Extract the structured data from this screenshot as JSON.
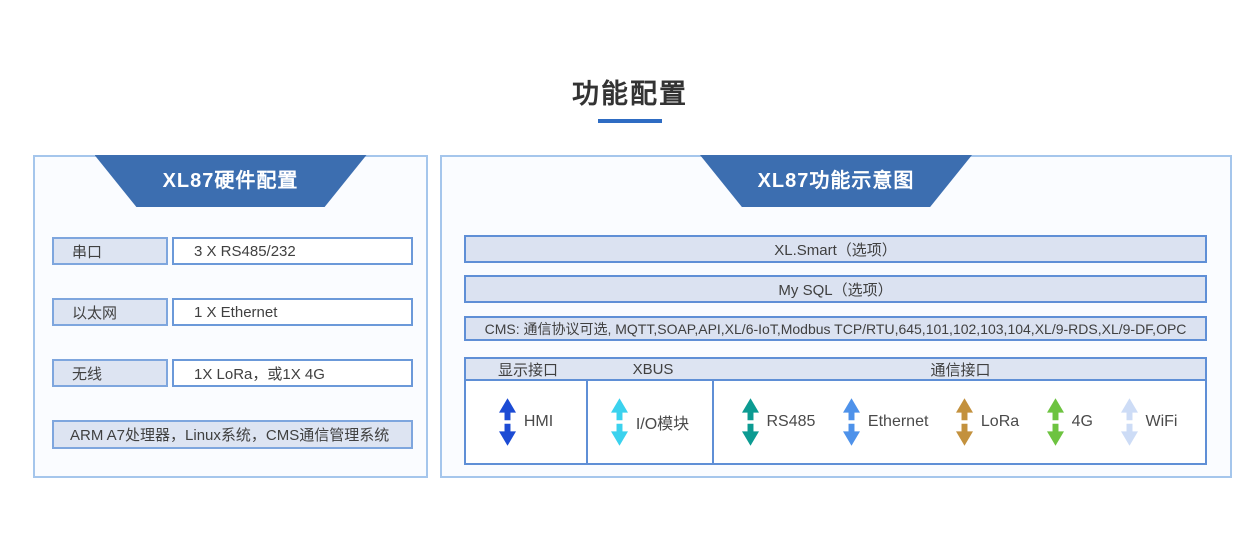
{
  "page": {
    "title": "功能配置"
  },
  "left_panel": {
    "header": "XL87硬件配置",
    "rows": [
      {
        "label": "串口",
        "value": "3 X RS485/232"
      },
      {
        "label": "以太网",
        "value": "1 X Ethernet"
      },
      {
        "label": "无线",
        "value": "1X LoRa，或1X 4G"
      }
    ],
    "footer": "ARM A7处理器，Linux系统，CMS通信管理系统"
  },
  "right_panel": {
    "header": "XL87功能示意图",
    "bars": [
      "XL.Smart（选项）",
      "My SQL（选项）",
      "CMS: 通信协议可选, MQTT,SOAP,API,XL/6-IoT,Modbus TCP/RTU,645,101,102,103,104,XL/9-RDS,XL/9-DF,OPC"
    ],
    "table": {
      "columns": [
        "显示接口",
        "XBUS",
        "通信接口"
      ],
      "cells": [
        {
          "column": "显示接口",
          "items": [
            {
              "label": "HMI"
            }
          ]
        },
        {
          "column": "XBUS",
          "items": [
            {
              "label": "I/O模块"
            }
          ]
        },
        {
          "column": "通信接口",
          "items": [
            {
              "label": "RS485"
            },
            {
              "label": "Ethernet"
            },
            {
              "label": "LoRa"
            },
            {
              "label": "4G"
            },
            {
              "label": "WiFi"
            }
          ]
        }
      ]
    }
  },
  "colors": {
    "title_underline": "#2e6cc3",
    "panel_header_fill": "#3c6eb0",
    "panel_border": "#a5c6ec",
    "box_border_blue": "#5f8fd6",
    "box_fill_light": "#dde4f2",
    "arrows": {
      "hmi": "#1c4bd4",
      "io_module": "#3bd2ee",
      "rs485": "#0c9b92",
      "ethernet": "#4e92ea",
      "lora": "#c3913d",
      "g4": "#6dc340",
      "wifi": "#cddcf6"
    }
  }
}
